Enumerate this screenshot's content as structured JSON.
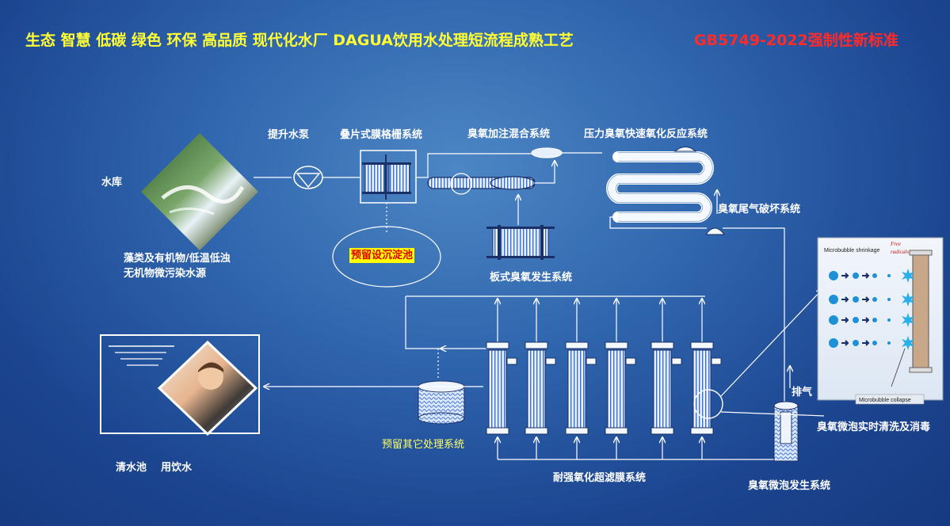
{
  "title": {
    "main": "生态 智慧 低碳 绿色 环保 高品质 现代化水厂   DAGUA饮用水处理短流程成熟工艺",
    "standard": "GB5749-2022强制性新标准"
  },
  "labels": {
    "reservoir": "水库",
    "source_line1": "藻类及有机物/低温低浊",
    "source_line2": "无机物微污染水源",
    "pump": "提升水泵",
    "membrane_grid": "叠片式膜格栅系统",
    "reserved_sedimentation": "预留设沉淀池",
    "ozone_mixing": "臭氧加注混合系统",
    "ozone_reactor": "压力臭氧快速氧化反应系统",
    "ozone_tail_gas": "臭氧尾气破坏系统",
    "ozone_generator": "板式臭氧发生系统",
    "uf_system": "耐强氧化超滤膜系统",
    "reserved_other": "预留其它处理系统",
    "clear_water_tank": "清水池    用饮水",
    "exhaust": "排气",
    "microbubble_generator": "臭氧微泡发生系统",
    "microbubble_cleaning": "臭氧微泡实时清洗及消毒"
  },
  "inset": {
    "shrinkage": "Microbubble shrinkage",
    "free_radicals_1": "Free",
    "free_radicals_2": "radicals",
    "collapse": "Microbubble collapse"
  },
  "colors": {
    "title_yellow": "#ffff33",
    "title_red": "#ff2a2a",
    "line": "#ffffff",
    "pipe": "#ffffff",
    "membrane_blue": "#3a6fd0",
    "highlight_bg": "#ffff00",
    "highlight_text": "#e00000"
  }
}
